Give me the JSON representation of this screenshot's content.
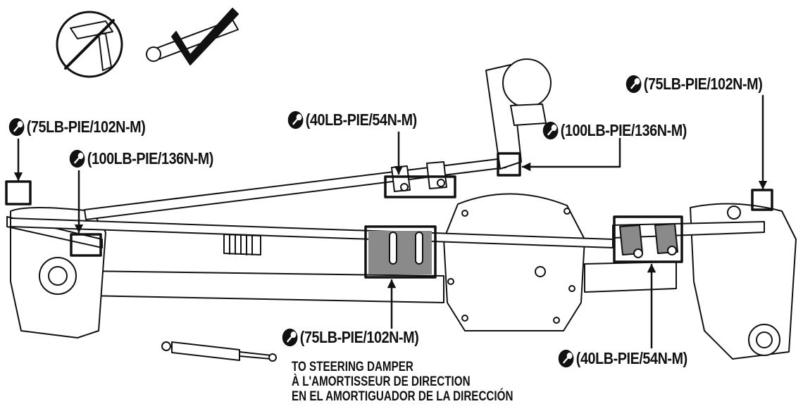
{
  "callouts": [
    {
      "id": "c1",
      "prefix": "(75LB-",
      "unit": "PIE",
      "suffix": "/102N-M)"
    },
    {
      "id": "c2",
      "prefix": "(100LB-",
      "unit": "PIE",
      "suffix": "/136N-M)"
    },
    {
      "id": "c3",
      "prefix": "(40LB-",
      "unit": "PIE",
      "suffix": "/54N-M)"
    },
    {
      "id": "c4",
      "prefix": "(100LB-",
      "unit": "PIE",
      "suffix": "/136N-M)"
    },
    {
      "id": "c5",
      "prefix": "(75LB-",
      "unit": "PIE",
      "suffix": "/102N-M)"
    },
    {
      "id": "c6",
      "prefix": "(75LB-",
      "unit": "PIE",
      "suffix": "/102N-M)"
    },
    {
      "id": "c7",
      "prefix": "(40LB-",
      "unit": "PIE",
      "suffix": "/54N-M)"
    }
  ],
  "damper_note": {
    "line1": "TO STEERING DAMPER",
    "line2": "À L'AMORTISSEUR DE DIRECTION",
    "line3": "EN EL AMORTIGUADOR DE LA DIRECCIÓN"
  },
  "icons": {
    "no_impact_wrench": "prohibited-impact-wrench-icon",
    "torque_wrench_ok": "torque-wrench-checkmark-icon",
    "torque_symbol": "torque-wrench-symbol-icon"
  },
  "colors": {
    "ink": "#111111",
    "part_fill": "#ffffff",
    "highlight_fill": "#8a8a8a"
  }
}
